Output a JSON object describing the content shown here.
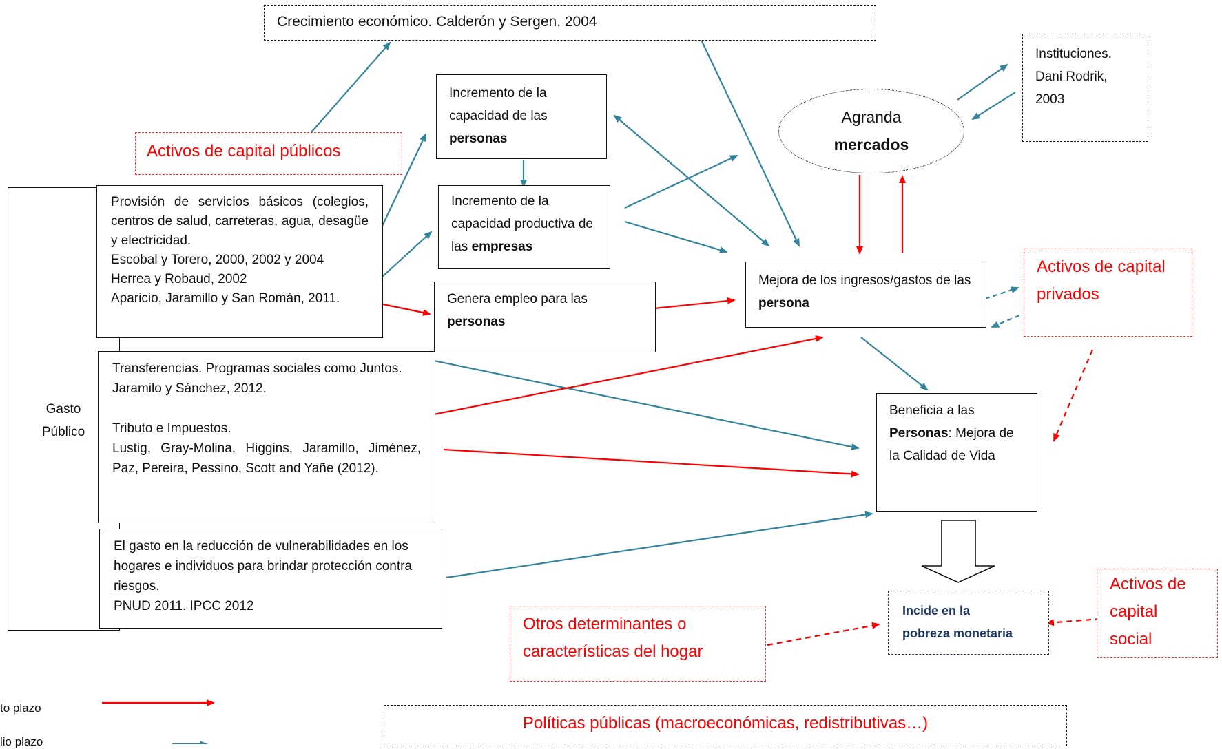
{
  "colors": {
    "red": "#ff0000",
    "teal": "#31849b",
    "navy": "#1f3864",
    "black": "#111111"
  },
  "nodes": {
    "crecimiento": "Crecimiento económico. Calderón y Sergen, 2004",
    "instituciones": [
      "Instituciones.",
      "Dani Rodrik,",
      "2003"
    ],
    "agranda": {
      "line1": "Agranda",
      "line2": "mercados"
    },
    "capacidad_personas": {
      "text": "Incremento de la capacidad de las ",
      "bold": "personas"
    },
    "capacidad_empresas": {
      "text": "Incremento de la capacidad productiva de las ",
      "bold": "empresas"
    },
    "activos_publicos": "Activos de capital públicos",
    "provision": [
      "Provisión de servicios básicos (colegios, centros de salud, carreteras, agua, desagüe y electricidad.",
      "Escobal y Torero, 2000, 2002 y 2004",
      "Herrea y Robaud, 2002",
      "Aparicio, Jaramillo y San Román, 2011."
    ],
    "empleo": {
      "text": "Genera empleo para las ",
      "bold": "personas"
    },
    "ingresos": {
      "text": "Mejora de los ingresos/gastos de las ",
      "bold": "persona"
    },
    "activos_privados": [
      "Activos de capital",
      "privados"
    ],
    "gasto_publico": [
      "Gasto",
      "Público"
    ],
    "transferencias": {
      "p1": "Transferencias. Programas sociales como Juntos.",
      "p2": "Jaramilo y Sánchez, 2012.",
      "p3": "Tributo e Impuestos.",
      "p4": "Lustig, Gray-Molina, Higgins, Jaramillo, Jiménez, Paz, Pereira, Pessino, Scott and Yañe (2012)."
    },
    "beneficia": {
      "pre": "Beneficia a las ",
      "bold": "Personas",
      "post": ": Mejora de la Calidad de Vida"
    },
    "vulnerabilidades": {
      "p1": "El gasto en la reducción de vulnerabilidades en los hogares e individuos para brindar protección contra riesgos.",
      "p2": "PNUD 2011. IPCC 2012"
    },
    "incide": [
      "Incide en la",
      "pobreza monetaria"
    ],
    "otros": [
      "Otros determinantes o",
      "características del hogar"
    ],
    "activos_social": [
      "Activos de",
      "capital",
      "social"
    ],
    "politicas": "Políticas públicas (macroeconómicas, redistributivas…)"
  },
  "legend": {
    "short_term": "to plazo",
    "long_term": "lio plazo"
  }
}
